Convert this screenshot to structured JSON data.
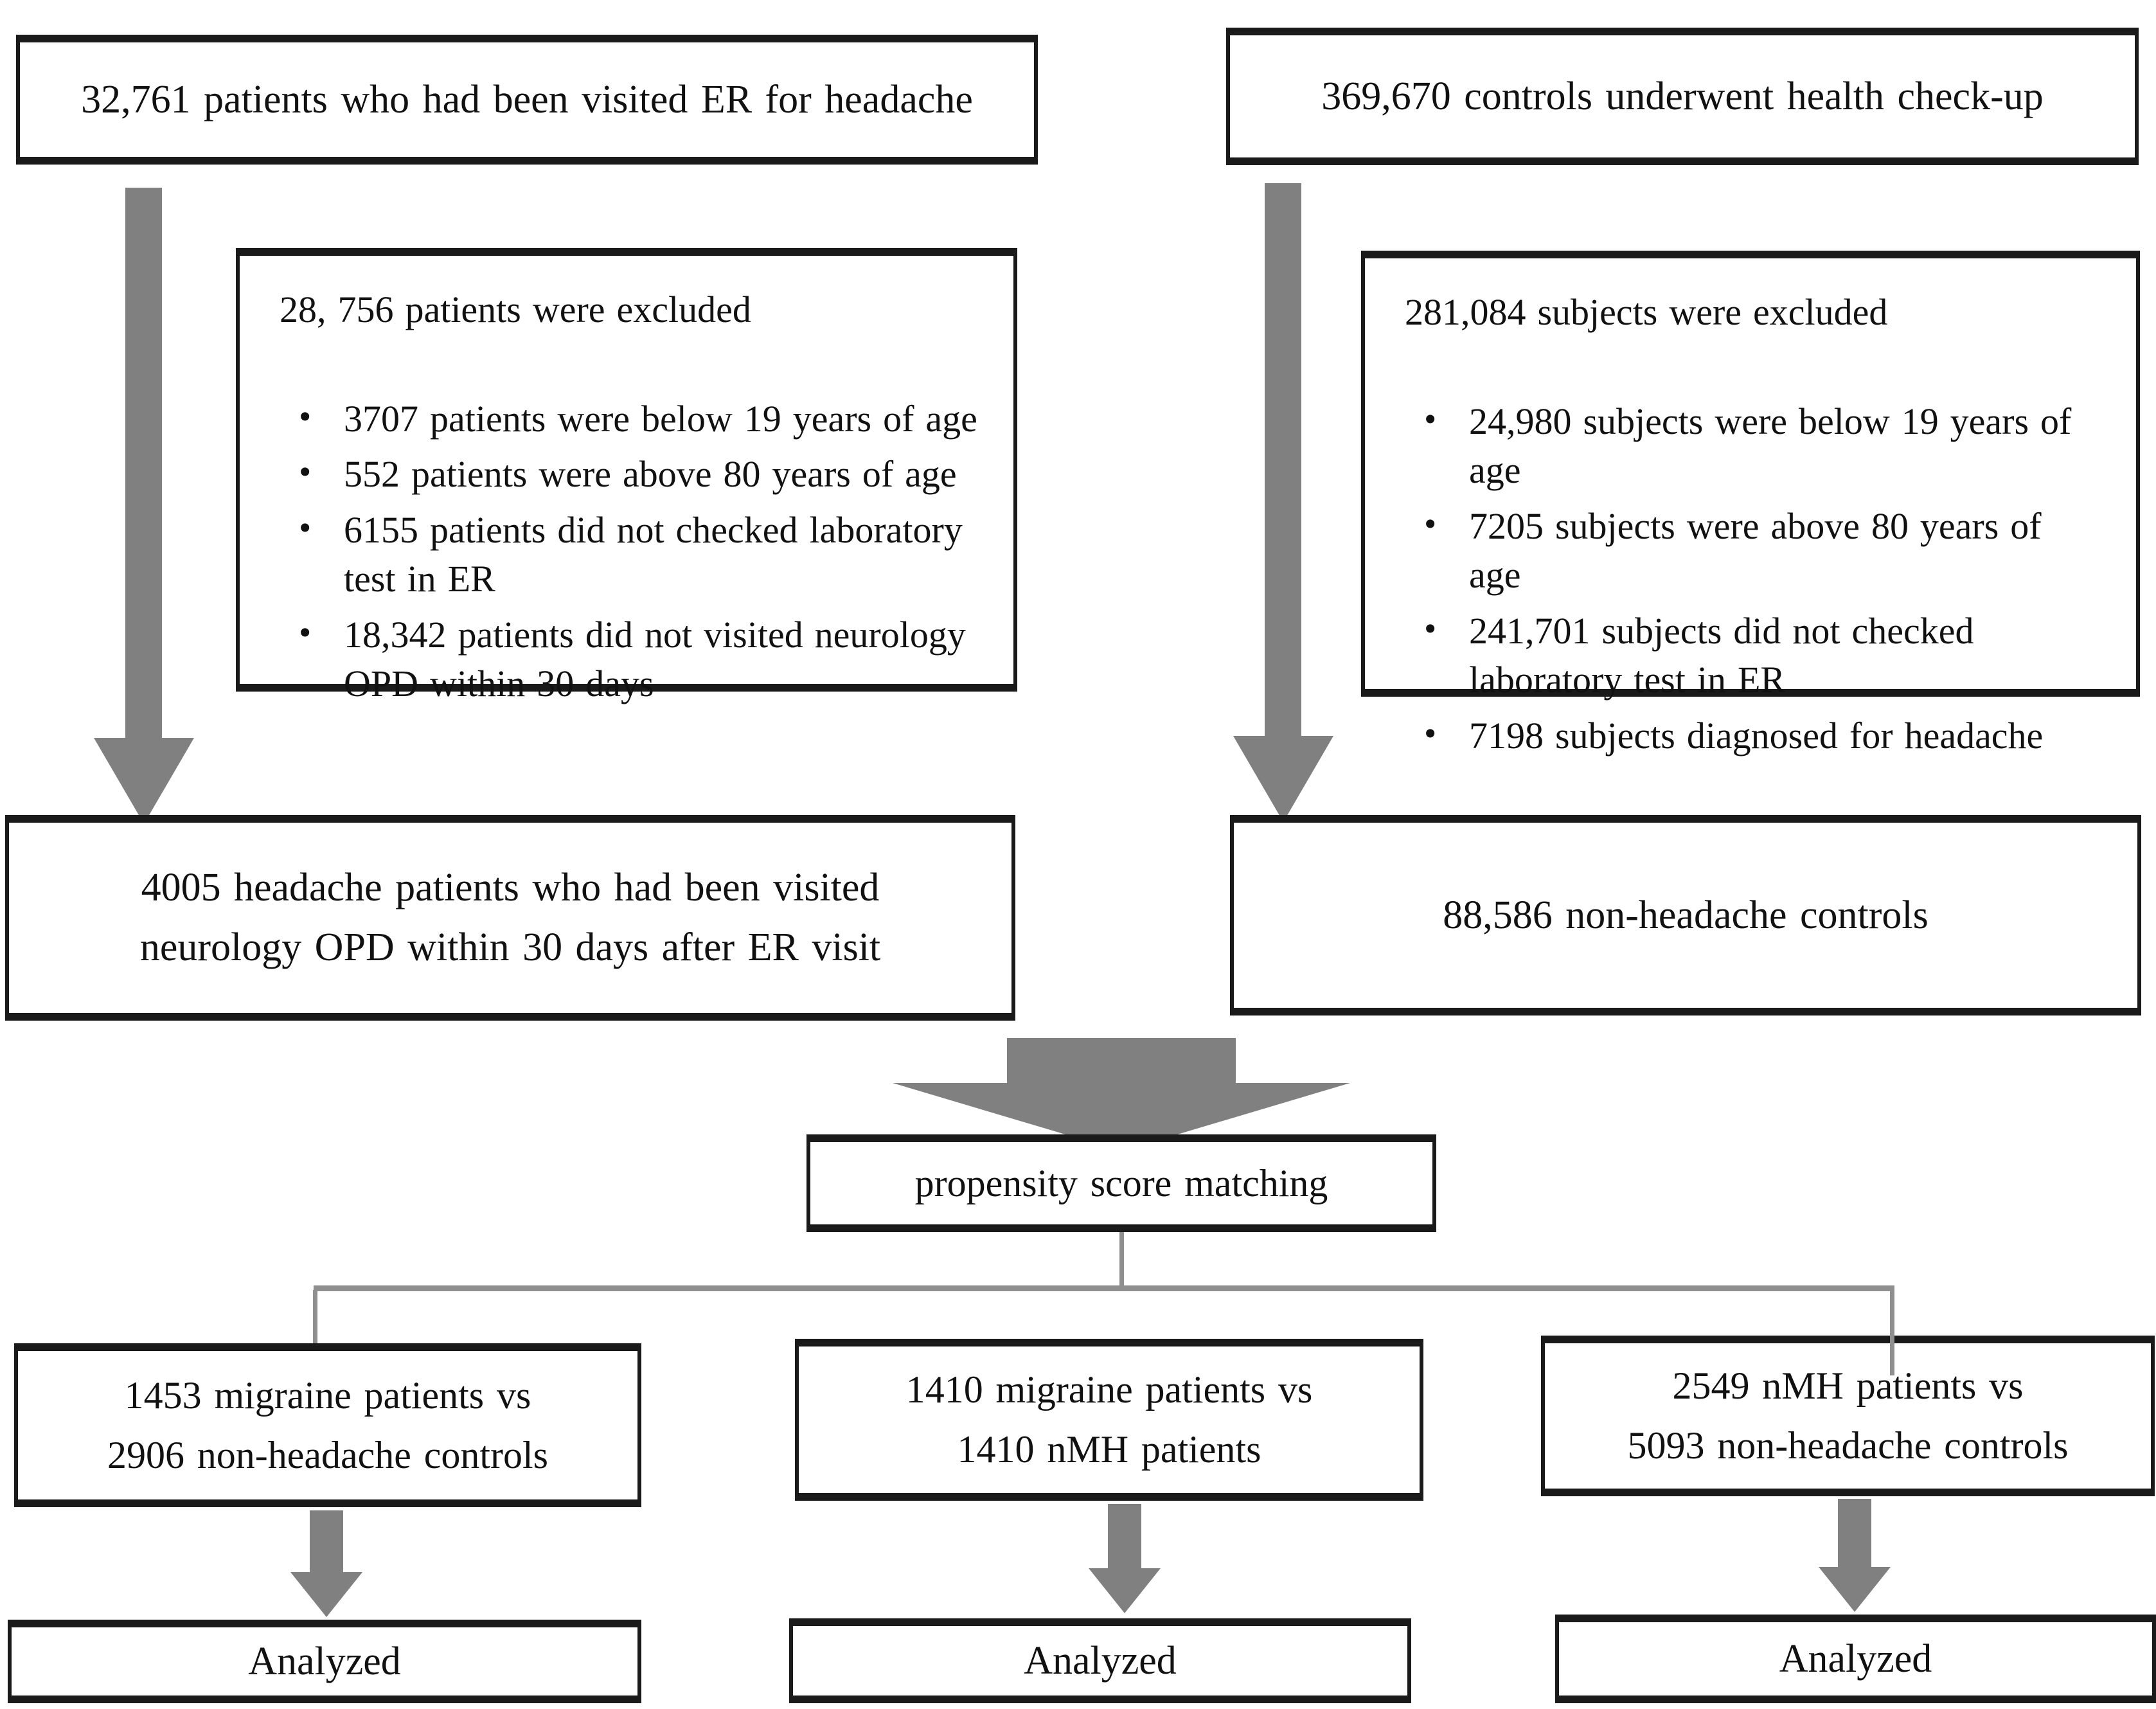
{
  "figure": {
    "type": "patient-flow-diagram",
    "boxes": {
      "er_patients": "32,761 patients who had been visited ER for headache",
      "controls": "369,670 controls underwent health check-up",
      "excluded_patients": {
        "title": "28, 756 patients were excluded",
        "bullets": [
          "3707 patients were below 19 years of age",
          "552 patients were above 80 years of age",
          "6155 patients did not checked laboratory test in ER",
          "18,342 patients did not visited neurology OPD within 30 days"
        ]
      },
      "excluded_controls": {
        "title": "281,084 subjects were excluded",
        "bullets": [
          "24,980 subjects were below 19 years of age",
          "7205 subjects were above 80 years of age",
          "241,701 subjects did not checked laboratory test in ER",
          "7198 subjects diagnosed for headache"
        ]
      },
      "headache_cohort": {
        "line1": "4005 headache patients who had been visited",
        "line2": "neurology OPD within 30 days after ER visit"
      },
      "nonheadache_cohort": "88,586 non-headache controls",
      "matching": "propensity score matching",
      "pair1": {
        "line1": "1453 migraine patients vs",
        "line2": "2906 non-headache controls"
      },
      "pair2": {
        "line1": "1410 migraine patients vs",
        "line2": "1410 nMH patients"
      },
      "pair3": {
        "line1": "2549 nMH patients vs",
        "line2": "5093 non-headache controls"
      },
      "analyzed1": "Analyzed",
      "analyzed2": "Analyzed",
      "analyzed3": "Analyzed"
    },
    "colors": {
      "arrow": "#808080",
      "connector": "#8f8f8f",
      "border": "#1a1a1a"
    }
  }
}
